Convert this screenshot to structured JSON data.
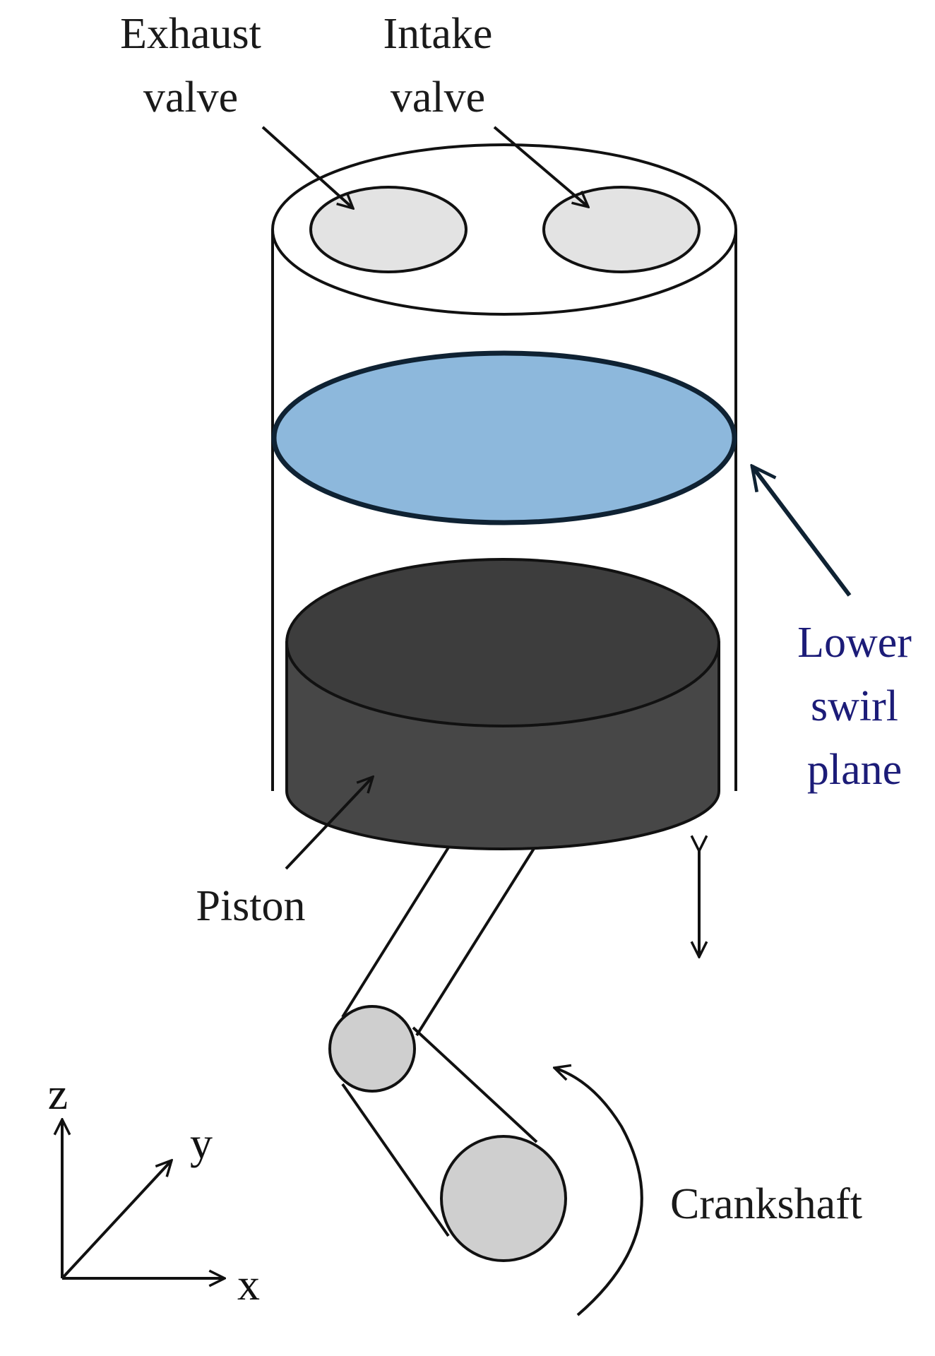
{
  "labels": {
    "exhaust_line1": "Exhaust",
    "exhaust_line2": "valve",
    "intake_line1": "Intake",
    "intake_line2": "valve",
    "swirl_line1": "Lower",
    "swirl_line2": "swirl",
    "swirl_line3": "plane",
    "piston": "Piston",
    "crankshaft": "Crankshaft"
  },
  "axes": {
    "z": "z",
    "y": "y",
    "x": "x"
  },
  "colors": {
    "swirl_plane_fill": "#8db8dc",
    "swirl_plane_stroke": "#0f2233",
    "swirl_label": "#1c1c78",
    "piston_top": "#3d3d3d",
    "piston_side": "#474747",
    "valve_fill": "#e3e3e3",
    "crank_fill": "#cfcfcf",
    "line": "#111111"
  }
}
